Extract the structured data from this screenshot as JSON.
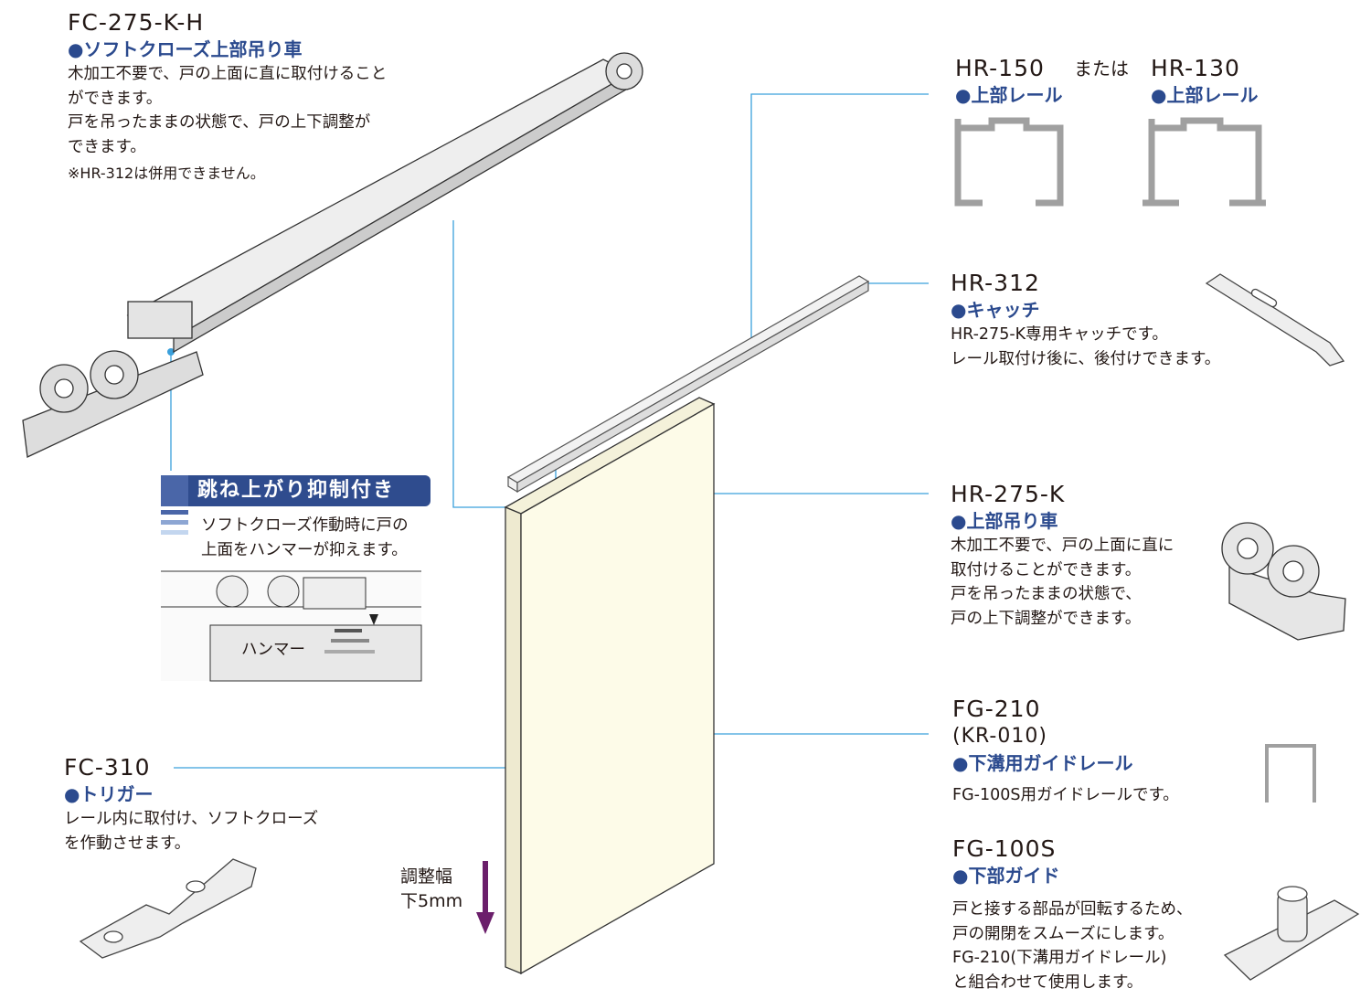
{
  "fc275kh": {
    "model": "FC-275-K-H",
    "category": "ソフトクローズ上部吊り車",
    "desc": [
      "木加工不要で、戸の上面に直に取付けること",
      "ができます。",
      "戸を吊ったままの状態で、戸の上下調整が",
      "できます。"
    ],
    "note": "※HR-312は併用できません。"
  },
  "feature": {
    "badge": "跳ね上がり抑制付き",
    "desc": [
      "ソフトクローズ作動時に戸の",
      "上面をハンマーが抑えます。"
    ],
    "hammer_label": "ハンマー"
  },
  "hr150": {
    "model": "HR-150",
    "category": "上部レール"
  },
  "or_label": "または",
  "hr130": {
    "model": "HR-130",
    "category": "上部レール"
  },
  "hr312": {
    "model": "HR-312",
    "category": "キャッチ",
    "desc": [
      "HR-275-K専用キャッチです。",
      "レール取付け後に、後付けできます。"
    ]
  },
  "hr275k": {
    "model": "HR-275-K",
    "category": "上部吊り車",
    "desc": [
      "木加工不要で、戸の上面に直に",
      "取付けることができます。",
      "戸を吊ったままの状態で、",
      "戸の上下調整ができます。"
    ]
  },
  "fg210": {
    "model": "FG-210",
    "sub": "(KR-010)",
    "category": "下溝用ガイドレール",
    "desc": "FG-100S用ガイドレールです。"
  },
  "fg100s": {
    "model": "FG-100S",
    "category": "下部ガイド",
    "desc": [
      "戸と接する部品が回転するため、",
      "戸の開閉をスムーズにします。",
      "FG-210(下溝用ガイドレール)",
      "と組合わせて使用します。"
    ]
  },
  "fc310": {
    "model": "FC-310",
    "category": "トリガー",
    "desc": [
      "レール内に取付け、ソフトクローズ",
      "を作動させます。"
    ]
  },
  "adjust": {
    "label1": "調整幅",
    "label2": "下5mm"
  },
  "colors": {
    "accent": "#2b4a8e",
    "leader": "#3aa0dc",
    "door": "#fdfbe8",
    "arrow": "#6b1f6b"
  }
}
